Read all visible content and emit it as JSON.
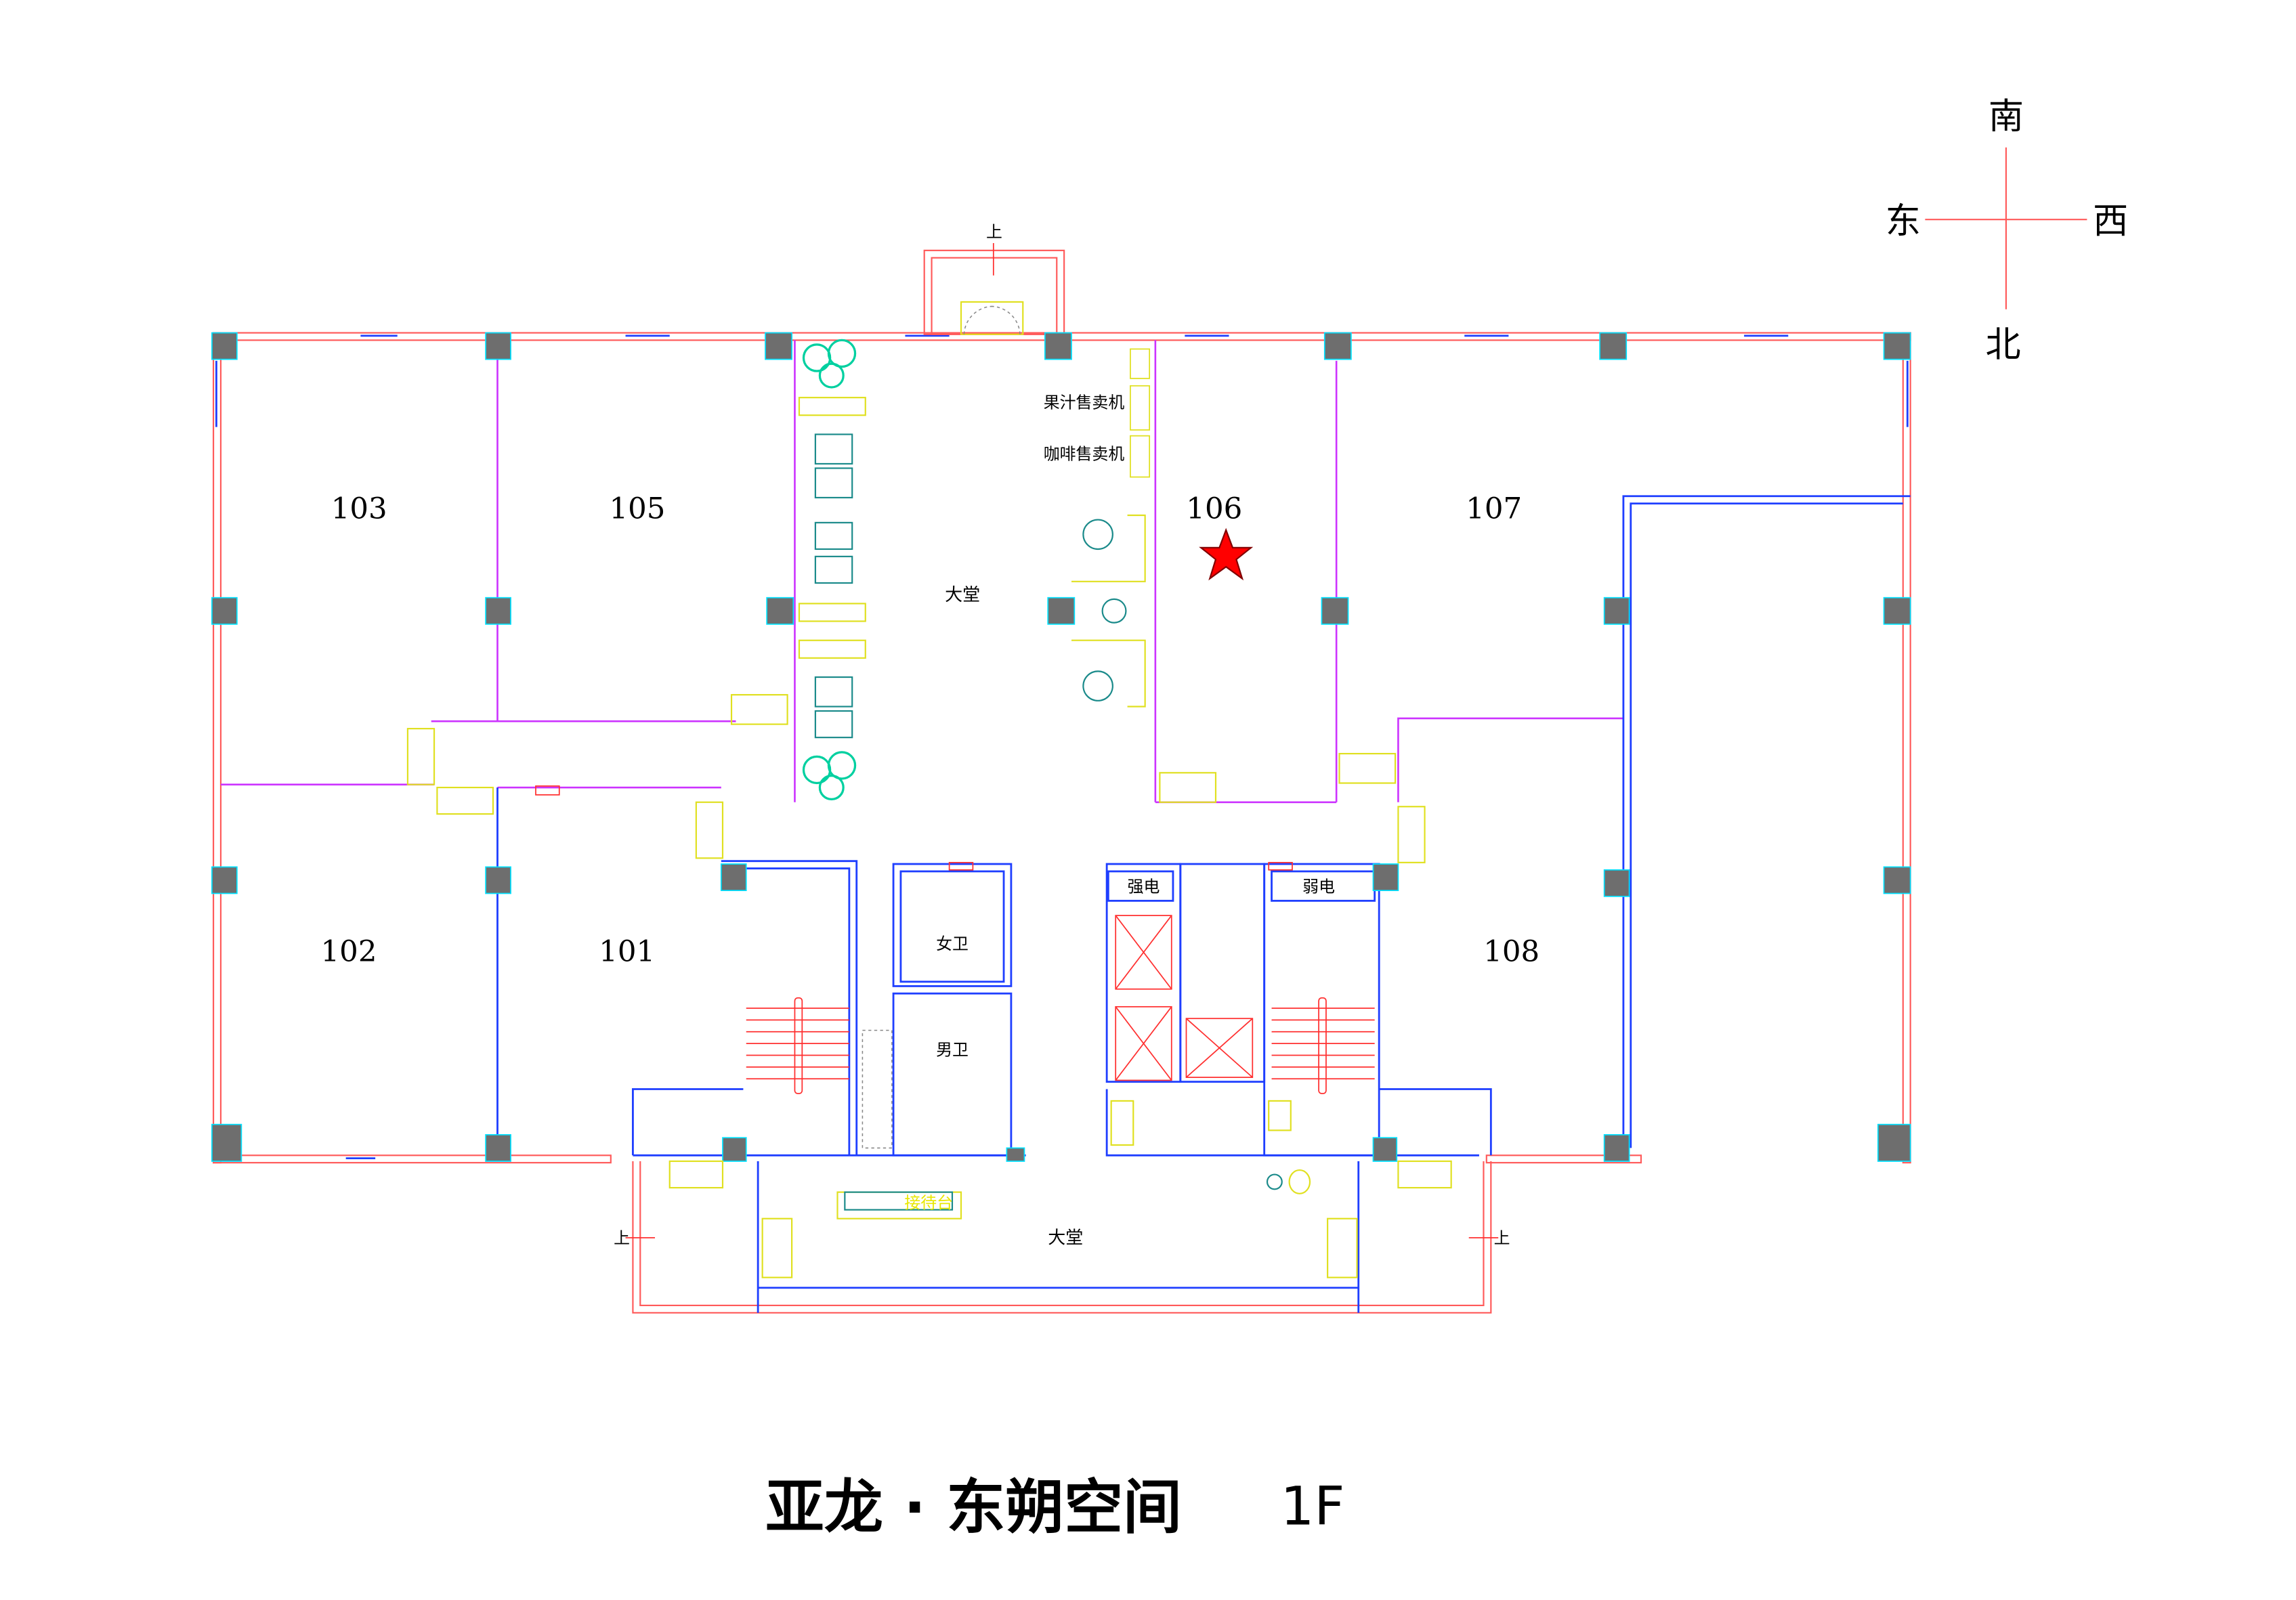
{
  "compass": {
    "south": "南",
    "east": "东",
    "west": "西",
    "north": "北"
  },
  "rooms": {
    "r103": "103",
    "r105": "105",
    "r106": "106",
    "r107": "107",
    "r102": "102",
    "r101": "101",
    "r108": "108"
  },
  "labels": {
    "lobby_upper": "大堂",
    "lobby_lower": "大堂",
    "juice_vending": "果汁售卖机",
    "coffee_vending": "咖啡售卖机",
    "womens_restroom": "女卫",
    "mens_restroom": "男卫",
    "strong_power": "强电",
    "weak_power": "弱电",
    "reception": "接待台",
    "up_top": "上",
    "up_left": "上",
    "up_right": "上"
  },
  "title": {
    "name": "亚龙 · 东朔空间",
    "floor": "1F"
  },
  "colors": {
    "marker_star": "#ff0000",
    "wall": "#1f3fff",
    "exterior": "#ff5a5a",
    "partition": "#cc33ff"
  }
}
